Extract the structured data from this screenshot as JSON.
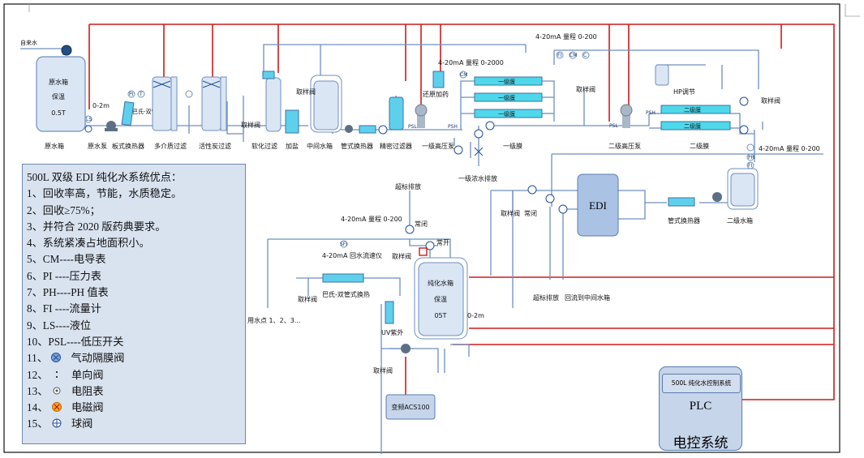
{
  "diagram": {
    "labels": {
      "tap_water": "自来水",
      "raw_tank_title": "原水箱",
      "raw_tank_insulation": "保温",
      "raw_tank_volume": "0.5T",
      "raw_tank_level": "0-2m",
      "raw_tank": "原水箱",
      "raw_pump": "原水泵",
      "plate_exchanger": "板式换热器",
      "multimedia_filter": "多介质过滤",
      "carbon_filter": "活性炭过滤",
      "softener": "软化过滤",
      "dosing": "加药",
      "intermediate_tank": "中间水箱",
      "tube_exchanger": "管式换热器",
      "precision_filter": "精密过滤器",
      "first_hp_pump": "一级高压泵",
      "first_membrane": "一级膜",
      "second_hp_pump": "二级高压泵",
      "second_membrane": "二级膜",
      "first_conc_discharge": "一级浓水排放",
      "edi": "EDI",
      "tube_exchanger_2": "管式换热器",
      "second_tank": "二级水箱",
      "conc_discharge_1": "超标排放",
      "sample_valve": "取样阀",
      "normally_closed": "常闭",
      "normally_open": "常开",
      "conc_discharge_2": "超标排放",
      "return_to_tank": "回流到中间水箱",
      "pure_tank_title": "纯化水箱",
      "pure_tank_insulation": "保温",
      "pure_tank_volume": "05T",
      "pure_tank_level": "0-2m",
      "uv": "UV紫外",
      "vfd": "变频ACS100",
      "use_points": "用水点 1、2、3...",
      "bakeoff_exchanger": "巴氏-双管式换热",
      "return_flow_meter": "4-20mA 回水流速仪",
      "range_left": "4-20mA 量程 0-200",
      "range_top": "4-20mA 量程 0-200",
      "range_first": "4-20mA 量程 0-2000",
      "range_right": "4-20mA 量程 0-200",
      "scale_inhibitor": "还原加药",
      "first_membrane_row": "一级膜",
      "second_membrane_row": "二级膜",
      "hp_adjust": "HP调节",
      "normally_closed_2": "常闭",
      "sample": "取样阀",
      "softener_label2": "加盐",
      "conc_return": "回流到",
      "edi_sample": "取样阀",
      "second_sample": "取样阀",
      "sample_top": "取样阀",
      "sample_top2": "取样阀",
      "sample_pure": "取样阀",
      "sample_loop": "取样阀",
      "sample_bottom": "取样阀",
      "tags": {
        "ls": "LS",
        "pi": "PI",
        "ti": "T",
        "psl": "PSL",
        "psh": "PSH",
        "cm": "CM",
        "fi": "FI",
        "ph": "PH",
        "sf": "SFI",
        "c": "C"
      }
    }
  },
  "legend": {
    "title": "500L 双级 EDI 纯化水系统优点：",
    "items": [
      "1、回收率高，节能，水质稳定。",
      "2、回收≥75%；",
      "3、并符合 2020 版药典要求。",
      "4、系统紧凑占地面积小。",
      "5、CM----电导表",
      "6、PI    ----压力表",
      "7、PH----PH 值表",
      "8、FI ----流量计",
      "9、LS----液位",
      "10、PSL----低压开关",
      "11、",
      "12、",
      "13、",
      "14、",
      "15、"
    ],
    "symbol_labels": [
      "气动隔膜阀",
      "单向阀",
      "电阻表",
      "电磁阀",
      "球阀"
    ]
  },
  "plc": {
    "inner": "500L 纯化水控制系统",
    "title": "PLC",
    "subtitle": "电控系统"
  },
  "colors": {
    "pipe": "#6d8fbf",
    "signal": "#d01a1a",
    "tank_fill": "#dbe6f4",
    "membrane": "#4fd8ea",
    "panel": "#d9e3f0",
    "valve": "#1f4f9a"
  }
}
